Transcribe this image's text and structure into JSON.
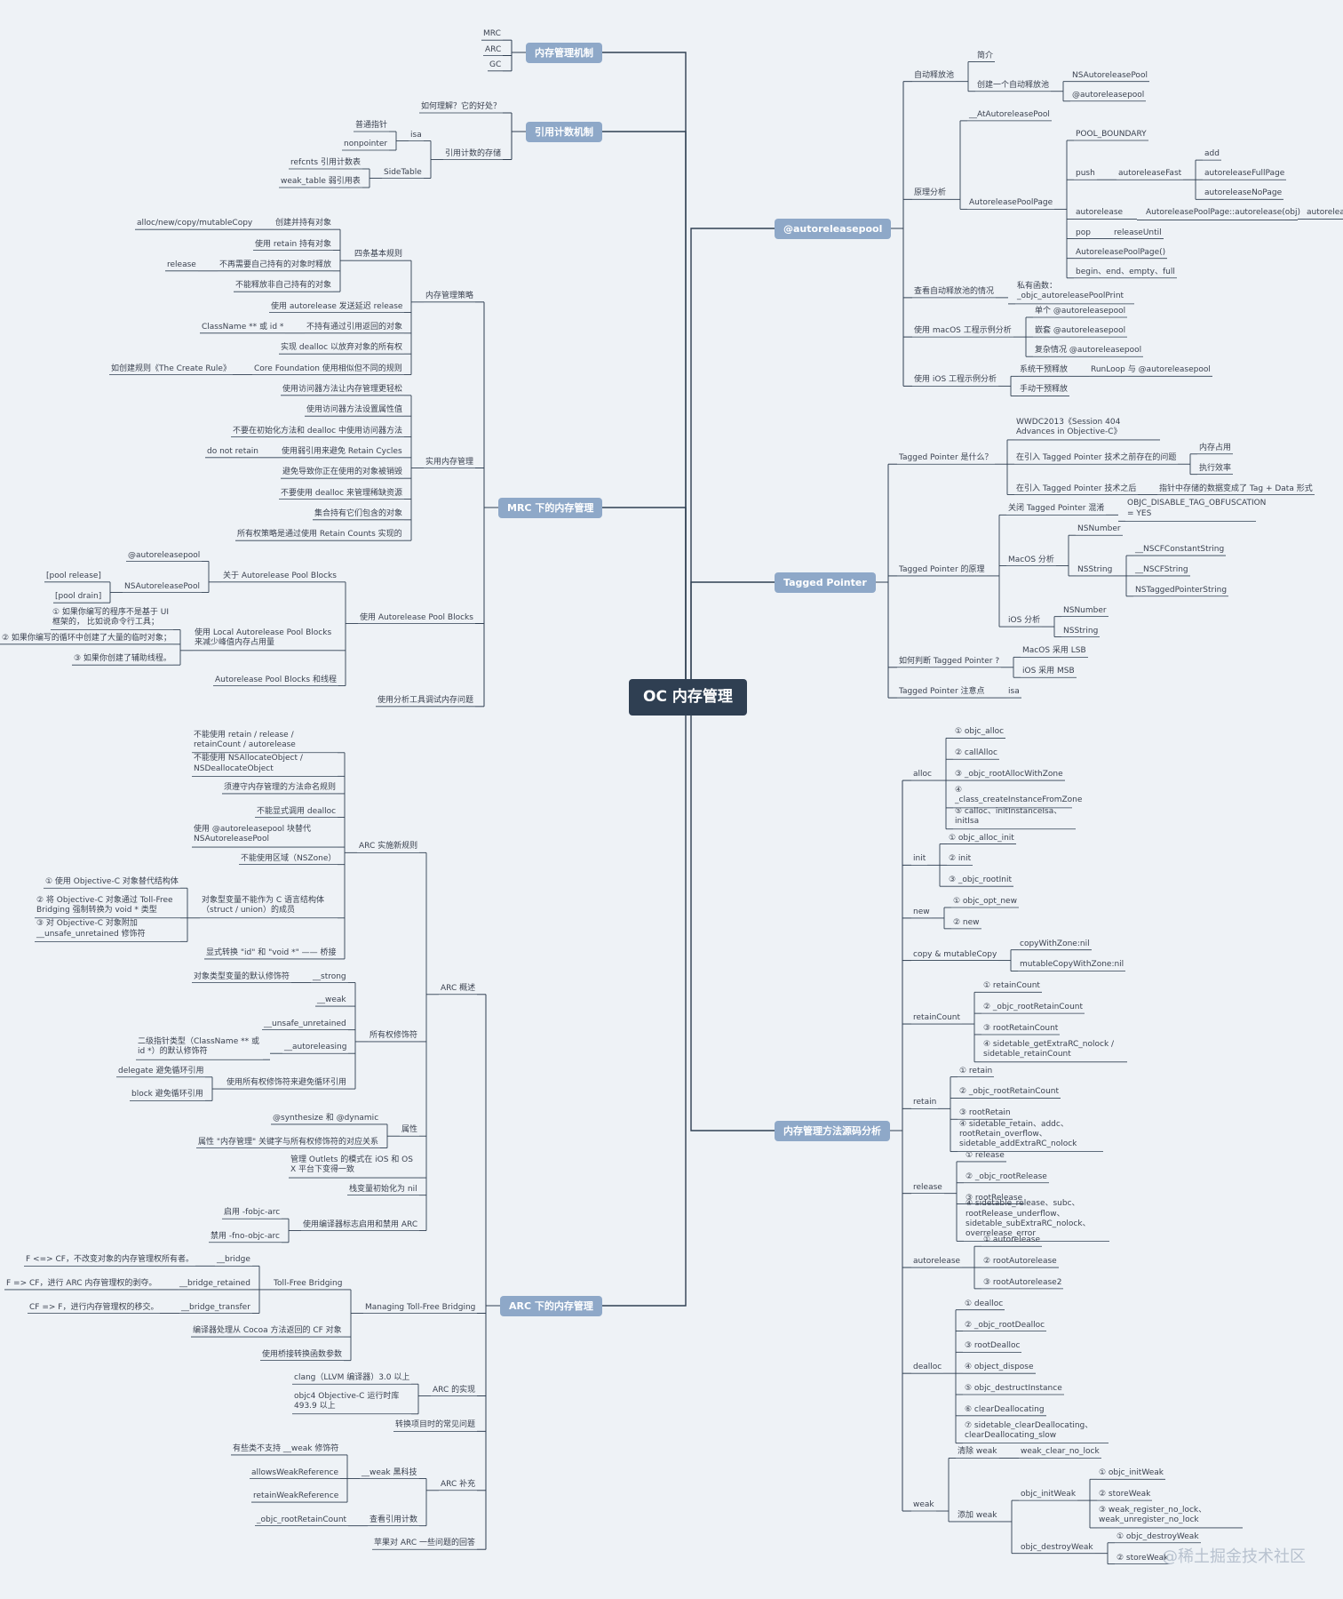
{
  "colors": {
    "background": "#eef2f6",
    "root": "#2f3f52",
    "main": "#8ea8c8",
    "line": "#2f3f52",
    "text": "#3b4250"
  },
  "watermark": "@稀土掘金技术社区",
  "root": {
    "label": "OC 内存管理"
  },
  "left": [
    {
      "label": "内存管理机制",
      "children": [
        {
          "label": "MRC"
        },
        {
          "label": "ARC"
        },
        {
          "label": "GC"
        }
      ]
    },
    {
      "label": "引用计数机制",
      "children": [
        {
          "label": "如何理解？它的好处？"
        },
        {
          "label": "引用计数的存储",
          "children": [
            {
              "label": "isa",
              "children": [
                {
                  "label": "普通指针"
                },
                {
                  "label": "nonpointer"
                }
              ]
            },
            {
              "label": "SideTable",
              "children": [
                {
                  "label": "refcnts 引用计数表"
                },
                {
                  "label": "weak_table 弱引用表"
                }
              ]
            }
          ]
        }
      ]
    },
    {
      "label": "MRC 下的内存管理",
      "children": [
        {
          "label": "内存管理策略",
          "children": [
            {
              "label": "四条基本规则",
              "children": [
                {
                  "label": "创建并持有对象",
                  "children": [
                    {
                      "label": "alloc/new/copy/mutableCopy"
                    }
                  ]
                },
                {
                  "label": "使用 retain 持有对象"
                },
                {
                  "label": "不再需要自己持有的对象时释放",
                  "children": [
                    {
                      "label": "release"
                    }
                  ]
                },
                {
                  "label": "不能释放非自己持有的对象"
                }
              ]
            },
            {
              "label": "使用 autorelease 发送延迟 release"
            },
            {
              "label": "不持有通过引用返回的对象",
              "children": [
                {
                  "label": "ClassName ** 或 id *"
                }
              ]
            },
            {
              "label": "实现 dealloc 以放弃对象的所有权"
            },
            {
              "label": "Core Foundation 使用相似但不同的规则",
              "children": [
                {
                  "label": "如创建规则《The Create Rule》"
                }
              ]
            }
          ]
        },
        {
          "label": "实用内存管理",
          "children": [
            {
              "label": "使用访问器方法让内存管理更轻松"
            },
            {
              "label": "使用访问器方法设置属性值"
            },
            {
              "label": "不要在初始化方法和 dealloc 中使用访问器方法"
            },
            {
              "label": "使用弱引用来避免 Retain Cycles",
              "children": [
                {
                  "label": "do not retain"
                }
              ]
            },
            {
              "label": "避免导致你正在使用的对象被销毁"
            },
            {
              "label": "不要使用 dealloc 来管理稀缺资源"
            },
            {
              "label": "集合持有它们包含的对象"
            },
            {
              "label": "所有权策略是通过使用 Retain Counts 实现的"
            }
          ]
        },
        {
          "label": "使用 Autorelease Pool Blocks",
          "children": [
            {
              "label": "关于 Autorelease Pool Blocks",
              "children": [
                {
                  "label": "@autoreleasepool"
                },
                {
                  "label": "NSAutoreleasePool",
                  "children": [
                    {
                      "label": "[pool release]"
                    },
                    {
                      "label": "[pool drain]"
                    }
                  ]
                }
              ]
            },
            {
              "label": "使用 Local Autorelease Pool Blocks 来减少峰值内存占用量",
              "children": [
                {
                  "label": "① 如果你编写的程序不是基于 UI 框架的，\n比如说命令行工具；"
                },
                {
                  "label": "② 如果你编写的循环中创建了大量的临时对象；"
                },
                {
                  "label": "③ 如果你创建了辅助线程。"
                }
              ]
            },
            {
              "label": "Autorelease Pool Blocks 和线程"
            }
          ]
        },
        {
          "label": "使用分析工具调试内存问题"
        }
      ]
    },
    {
      "label": "ARC 下的内存管理",
      "children": [
        {
          "label": "ARC 概述",
          "children": [
            {
              "label": "ARC 实施新规则",
              "children": [
                {
                  "label": "不能使用 retain / release / retainCount / autorelease"
                },
                {
                  "label": "不能使用 NSAllocateObject / NSDeallocateObject"
                },
                {
                  "label": "须遵守内存管理的方法命名规则"
                },
                {
                  "label": "不能显式调用 dealloc"
                },
                {
                  "label": "使用 @autoreleasepool 块替代 NSAutoreleasePool"
                },
                {
                  "label": "不能使用区域（NSZone）"
                },
                {
                  "label": "对象型变量不能作为 C 语言结构体（struct / union）的成员",
                  "children": [
                    {
                      "label": "① 使用 Objective-C 对象替代结构体"
                    },
                    {
                      "label": "② 将 Objective-C 对象通过 Toll-Free Bridging 强制转换为 void * 类型"
                    },
                    {
                      "label": "③ 对 Objective-C 对象附加 __unsafe_unretained 修饰符"
                    }
                  ]
                },
                {
                  "label": "显式转换 \"id\" 和 \"void *\" —— 桥接"
                }
              ]
            },
            {
              "label": "所有权修饰符",
              "children": [
                {
                  "label": "__strong",
                  "children": [
                    {
                      "label": "对象类型变量的默认修饰符"
                    }
                  ]
                },
                {
                  "label": "__weak"
                },
                {
                  "label": "__unsafe_unretained"
                },
                {
                  "label": "__autoreleasing",
                  "children": [
                    {
                      "label": "二级指针类型（ClassName ** 或 id *）的默认修饰符"
                    }
                  ]
                },
                {
                  "label": "使用所有权修饰符来避免循环引用",
                  "children": [
                    {
                      "label": "delegate 避免循环引用"
                    },
                    {
                      "label": "block 避免循环引用"
                    }
                  ]
                }
              ]
            },
            {
              "label": "属性",
              "children": [
                {
                  "label": "@synthesize 和 @dynamic"
                },
                {
                  "label": "属性 \"内存管理\" 关键字与所有权修饰符的对应关系"
                }
              ]
            },
            {
              "label": "管理 Outlets 的模式在 iOS 和 OS X 平台下变得一致"
            },
            {
              "label": "栈变量初始化为 nil"
            },
            {
              "label": "使用编译器标志启用和禁用 ARC",
              "children": [
                {
                  "label": "启用 -fobjc-arc"
                },
                {
                  "label": "禁用 -fno-objc-arc"
                }
              ]
            }
          ]
        },
        {
          "label": "Managing Toll-Free Bridging",
          "children": [
            {
              "label": "Toll-Free Bridging",
              "children": [
                {
                  "label": "__bridge",
                  "children": [
                    {
                      "label": "F <=> CF，不改变对象的内存管理权所有者。"
                    }
                  ]
                },
                {
                  "label": "__bridge_retained",
                  "children": [
                    {
                      "label": "F => CF，进行 ARC 内存管理权的剥夺。"
                    }
                  ]
                },
                {
                  "label": "__bridge_transfer",
                  "children": [
                    {
                      "label": "CF => F，进行内存管理权的移交。"
                    }
                  ]
                }
              ]
            },
            {
              "label": "编译器处理从 Cocoa 方法返回的 CF 对象"
            },
            {
              "label": "使用桥接转换函数参数"
            }
          ]
        },
        {
          "label": "ARC 的实现",
          "children": [
            {
              "label": "clang（LLVM 编译器）3.0 以上"
            },
            {
              "label": "objc4 Objective-C 运行时库 493.9 以上"
            }
          ]
        },
        {
          "label": "转换项目时的常见问题"
        },
        {
          "label": "ARC 补充",
          "children": [
            {
              "label": "__weak 黑科技",
              "children": [
                {
                  "label": "有些类不支持 __weak 修饰符"
                },
                {
                  "label": "allowsWeakReference"
                },
                {
                  "label": "retainWeakReference"
                }
              ]
            },
            {
              "label": "查看引用计数",
              "children": [
                {
                  "label": "_objc_rootRetainCount"
                }
              ]
            }
          ]
        },
        {
          "label": "苹果对 ARC 一些问题的回答"
        }
      ]
    }
  ],
  "right": [
    {
      "label": "@autoreleasepool",
      "children": [
        {
          "label": "自动释放池",
          "children": [
            {
              "label": "简介"
            },
            {
              "label": "创建一个自动释放池",
              "children": [
                {
                  "label": "NSAutoreleasePool"
                },
                {
                  "label": "@autoreleasepool"
                }
              ]
            }
          ]
        },
        {
          "label": "原理分析",
          "children": [
            {
              "label": "__AtAutoreleasePool"
            },
            {
              "label": "AutoreleasePoolPage",
              "children": [
                {
                  "label": "POOL_BOUNDARY"
                },
                {
                  "label": "push",
                  "children": [
                    {
                      "label": "autoreleaseFast",
                      "children": [
                        {
                          "label": "add"
                        },
                        {
                          "label": "autoreleaseFullPage"
                        },
                        {
                          "label": "autoreleaseNoPage"
                        }
                      ]
                    }
                  ]
                },
                {
                  "label": "autorelease",
                  "children": [
                    {
                      "label": "AutoreleasePoolPage::autorelease(obj)",
                      "children": [
                        {
                          "label": "autoreleaseFast"
                        }
                      ]
                    }
                  ]
                },
                {
                  "label": "pop",
                  "children": [
                    {
                      "label": "releaseUntil"
                    }
                  ]
                },
                {
                  "label": "AutoreleasePoolPage()"
                },
                {
                  "label": "begin、end、empty、full"
                }
              ]
            }
          ]
        },
        {
          "label": "查看自动释放池的情况",
          "children": [
            {
              "label": "私有函数：_objc_autoreleasePoolPrint"
            }
          ]
        },
        {
          "label": "使用 macOS 工程示例分析",
          "children": [
            {
              "label": "单个 @autoreleasepool"
            },
            {
              "label": "嵌套 @autoreleasepool"
            },
            {
              "label": "复杂情况 @autoreleasepool"
            }
          ]
        },
        {
          "label": "使用 iOS 工程示例分析",
          "children": [
            {
              "label": "系统干预释放",
              "children": [
                {
                  "label": "RunLoop 与 @autoreleasepool"
                }
              ]
            },
            {
              "label": "手动干预释放"
            }
          ]
        }
      ]
    },
    {
      "label": "Tagged Pointer",
      "children": [
        {
          "label": "Tagged Pointer 是什么？",
          "children": [
            {
              "label": "WWDC2013《Session 404 Advances in Objective-C》"
            },
            {
              "label": "在引入 Tagged Pointer 技术之前存在的问题",
              "children": [
                {
                  "label": "内存占用"
                },
                {
                  "label": "执行效率"
                }
              ]
            },
            {
              "label": "在引入 Tagged Pointer 技术之后",
              "children": [
                {
                  "label": "指针中存储的数据变成了 Tag + Data 形式"
                }
              ]
            }
          ]
        },
        {
          "label": "Tagged Pointer 的原理",
          "children": [
            {
              "label": "关闭 Tagged Pointer 混淆",
              "children": [
                {
                  "label": "OBJC_DISABLE_TAG_OBFUSCATION = YES"
                }
              ]
            },
            {
              "label": "MacOS 分析",
              "children": [
                {
                  "label": "NSNumber"
                },
                {
                  "label": "NSString",
                  "children": [
                    {
                      "label": "__NSCFConstantString"
                    },
                    {
                      "label": "__NSCFString"
                    },
                    {
                      "label": "NSTaggedPointerString"
                    }
                  ]
                }
              ]
            },
            {
              "label": "iOS 分析",
              "children": [
                {
                  "label": "NSNumber"
                },
                {
                  "label": "NSString"
                }
              ]
            }
          ]
        },
        {
          "label": "如何判断 Tagged Pointer ?",
          "children": [
            {
              "label": "MacOS 采用 LSB"
            },
            {
              "label": "iOS 采用 MSB"
            }
          ]
        },
        {
          "label": "Tagged Pointer 注意点",
          "children": [
            {
              "label": "isa"
            }
          ]
        }
      ]
    },
    {
      "label": "内存管理方法源码分析",
      "children": [
        {
          "label": "alloc",
          "children": [
            {
              "label": "① objc_alloc"
            },
            {
              "label": "② callAlloc"
            },
            {
              "label": "③ _objc_rootAllocWithZone"
            },
            {
              "label": "④ _class_createInstanceFromZone"
            },
            {
              "label": "⑤ calloc、initInstanceIsa、initIsa"
            }
          ]
        },
        {
          "label": "init",
          "children": [
            {
              "label": "① objc_alloc_init"
            },
            {
              "label": "② init"
            },
            {
              "label": "③ _objc_rootInit"
            }
          ]
        },
        {
          "label": "new",
          "children": [
            {
              "label": "① objc_opt_new"
            },
            {
              "label": "② new"
            }
          ]
        },
        {
          "label": "copy & mutableCopy",
          "children": [
            {
              "label": "copyWithZone:nil"
            },
            {
              "label": "mutableCopyWithZone:nil"
            }
          ]
        },
        {
          "label": "retainCount",
          "children": [
            {
              "label": "① retainCount"
            },
            {
              "label": "② _objc_rootRetainCount"
            },
            {
              "label": "③ rootRetainCount"
            },
            {
              "label": "④ sidetable_getExtraRC_nolock / sidetable_retainCount"
            }
          ]
        },
        {
          "label": "retain",
          "children": [
            {
              "label": "① retain"
            },
            {
              "label": "② _objc_rootRetainCount"
            },
            {
              "label": "③ rootRetain"
            },
            {
              "label": "④ sidetable_retain、addc、rootRetain_overflow、sidetable_addExtraRC_nolock"
            }
          ]
        },
        {
          "label": "release",
          "children": [
            {
              "label": "① release"
            },
            {
              "label": "② _objc_rootRelease"
            },
            {
              "label": "③ rootRelease"
            },
            {
              "label": "④ sidetable_release、subc、rootRelease_underflow、sidetable_subExtraRC_nolock、overrelease_error"
            }
          ]
        },
        {
          "label": "autorelease",
          "children": [
            {
              "label": "① autorelease"
            },
            {
              "label": "② rootAutorelease"
            },
            {
              "label": "③ rootAutorelease2"
            }
          ]
        },
        {
          "label": "dealloc",
          "children": [
            {
              "label": "① dealloc"
            },
            {
              "label": "② _objc_rootDealloc"
            },
            {
              "label": "③ rootDealloc"
            },
            {
              "label": "④ object_dispose"
            },
            {
              "label": "⑤ objc_destructInstance"
            },
            {
              "label": "⑥ clearDeallocating"
            },
            {
              "label": "⑦ sidetable_clearDeallocating、clearDeallocating_slow"
            }
          ]
        },
        {
          "label": "weak",
          "children": [
            {
              "label": "清除 weak",
              "children": [
                {
                  "label": "weak_clear_no_lock"
                }
              ]
            },
            {
              "label": "添加 weak",
              "children": [
                {
                  "label": "objc_initWeak",
                  "children": [
                    {
                      "label": "① objc_initWeak"
                    },
                    {
                      "label": "② storeWeak"
                    },
                    {
                      "label": "③ weak_register_no_lock、weak_unregister_no_lock"
                    }
                  ]
                },
                {
                  "label": "objc_destroyWeak",
                  "children": [
                    {
                      "label": "① objc_destroyWeak"
                    },
                    {
                      "label": "② storeWeak"
                    }
                  ]
                }
              ]
            }
          ]
        }
      ]
    }
  ]
}
